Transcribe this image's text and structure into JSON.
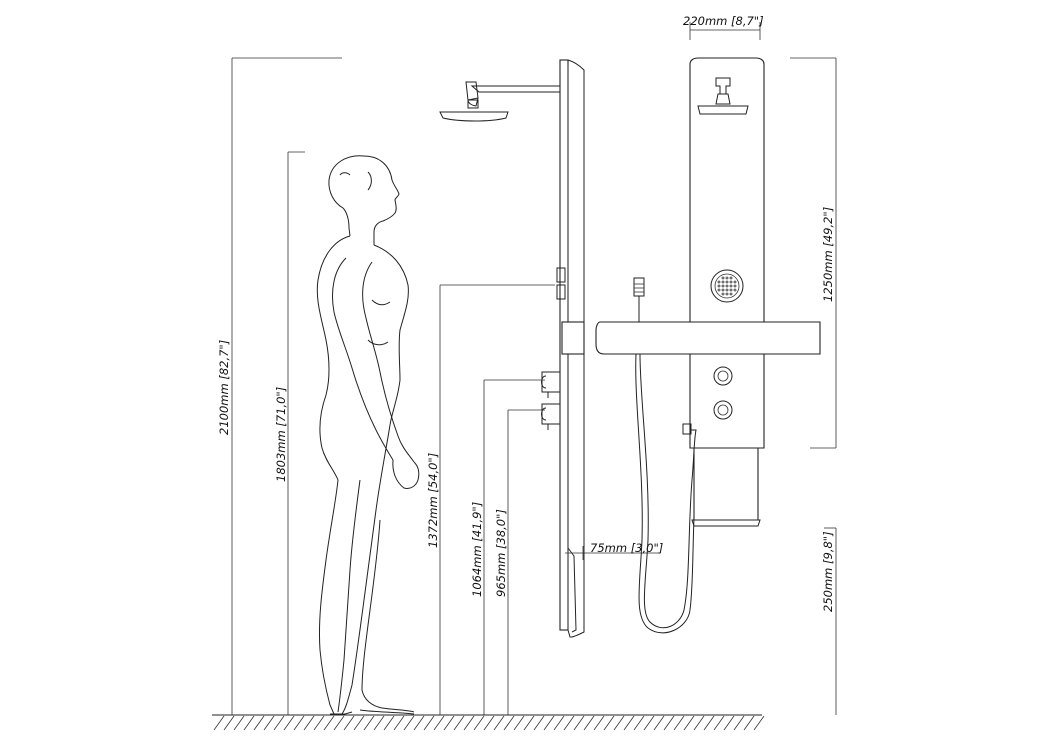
{
  "dimensions": {
    "total_height": "2100mm [82,7\"]",
    "person_height": "1803mm [71,0\"]",
    "shelf_height": "1372mm [54,0\"]",
    "valve_upper_height": "1064mm [41,9\"]",
    "valve_lower_height": "965mm [38,0\"]",
    "panel_depth": "75mm [3,0\"]",
    "panel_width": "220mm [8,7\"]",
    "panel_length": "1250mm [49,2\"]",
    "floor_gap": "250mm [9,8\"]"
  }
}
